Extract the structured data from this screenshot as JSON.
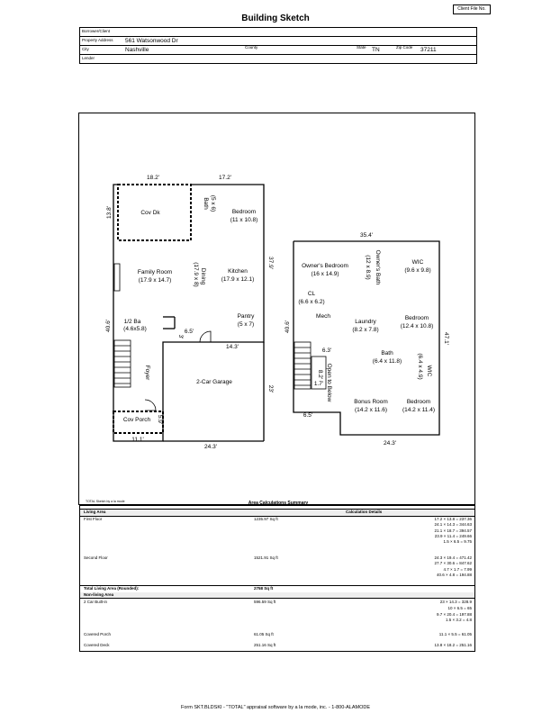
{
  "client_file_label": "Client File No.",
  "title": "Building Sketch",
  "header": {
    "borrower_label": "Borrower/Client",
    "property_label": "Property Address",
    "property_value": "561 Watsonwood Dr",
    "city_label": "City",
    "city_value": "Nashville",
    "county_label": "County",
    "state_label": "State",
    "state_value": "TN",
    "zip_label": "Zip Code",
    "zip_value": "37211",
    "lender_label": "Lender"
  },
  "sketch": {
    "dims": {
      "d1": "18.2'",
      "d2": "17.2'",
      "d3": "13.8'",
      "d4": "37.9'",
      "d5": "40.6'",
      "d6": "3'",
      "d7": "6.5'",
      "d8": "14.3'",
      "d9": "23'",
      "d10": "5.9'",
      "d11": "11.1'",
      "d12": "24.3'",
      "d13": "35.4'",
      "d14": "47.1'",
      "d15": "40.6'",
      "d16": "6.3'",
      "d17": "8.2'",
      "d18": "1.7'",
      "d19": "6.5'",
      "d20": "24.3'"
    },
    "rooms": {
      "cov_dk": "Cov Dk",
      "bath1": "Bath",
      "bath1_dim": "(5 x 6)",
      "bedroom1": "Bedroom",
      "bedroom1_dim": "(11 x 10.8)",
      "family": "Family Room",
      "family_dim": "(17.9 x 14.7)",
      "dining": "Dining",
      "dining_dim": "(17.9 x 8)",
      "kitchen": "Kitchen",
      "kitchen_dim": "(17.9 x 12.1)",
      "half_bath": "1/2 Ba",
      "half_bath_dim": "(4.6x5.8)",
      "pantry": "Pantry",
      "pantry_dim": "(5 x 7)",
      "foyer": "Foyer",
      "garage": "2-Car Garage",
      "cov_porch": "Cov Porch",
      "owners_bed": "Owner's Bedroom",
      "owners_bed_dim": "(16 x 14.9)",
      "owners_bath": "Owner's Bath",
      "owners_bath_dim": "(12 x 8.9)",
      "wic1": "WIC",
      "wic1_dim": "(9.6 x 9.8)",
      "cl": "CL",
      "cl_dim": "(6.6 x 6.2)",
      "mech": "Mech",
      "laundry": "Laundry",
      "laundry_dim": "(8.2 x 7.8)",
      "bedroom2": "Bedroom",
      "bedroom2_dim": "(12.4 x 10.8)",
      "bath2": "Bath",
      "bath2_dim": "(6.4 x 11.8)",
      "wic2": "WIC",
      "wic2_dim": "(6.4 x 4.9)",
      "open_below": "Open to Below",
      "bonus": "Bonus Room",
      "bonus_dim": "(14.2 x 11.6)",
      "bedroom3": "Bedroom",
      "bedroom3_dim": "(14.2 x 11.4)"
    },
    "credit": "TOTAL Sketch by a la mode"
  },
  "calc": {
    "summary_title": "Area Calculations Summary",
    "living_area_label": "Living Area",
    "calc_details_label": "Calculation Details",
    "first_floor_label": "First Floor",
    "first_floor_area": "1235.97 Sq ft",
    "first_floor_details": [
      "17.2 × 13.8 = 237.36",
      "24.1 × 14.3 = 344.63",
      "21.1 × 18.7 = 394.57",
      "23.9 × 11.4 = 249.66",
      "1.5 × 6.5 = 9.75"
    ],
    "second_floor_label": "Second Floor",
    "second_floor_area": "1521.91 Sq ft",
    "second_floor_details": [
      "24.3 × 19.4 = 471.42",
      "27.7 × 30.6 = 847.62",
      "4.7 × 1.7 = 7.99",
      "40.6 × 4.8 = 194.88"
    ],
    "total_label": "Total Living Area (Rounded):",
    "total_value": "2758 Sq ft",
    "non_living_label": "Non-living Area",
    "garage_label": "2 Car Built-in",
    "garage_area": "596.59 Sq ft",
    "garage_details": [
      "23 × 14.3 = 328.9",
      "10 × 6.5 = 65",
      "9.7 × 20.4 = 197.88",
      "1.5 × 3.2 = 4.8"
    ],
    "porch_label": "Covered Porch",
    "porch_area": "61.05 Sq ft",
    "porch_details": [
      "11.1 × 5.5 = 61.05"
    ],
    "deck_label": "Covered Deck",
    "deck_area": "251.16 Sq ft",
    "deck_details": [
      "13.8 × 18.2 = 251.16"
    ]
  },
  "footer": "Form SKT.BLDSKI - \"TOTAL\" appraisal software by a la mode, inc. - 1-800-ALAMODE"
}
